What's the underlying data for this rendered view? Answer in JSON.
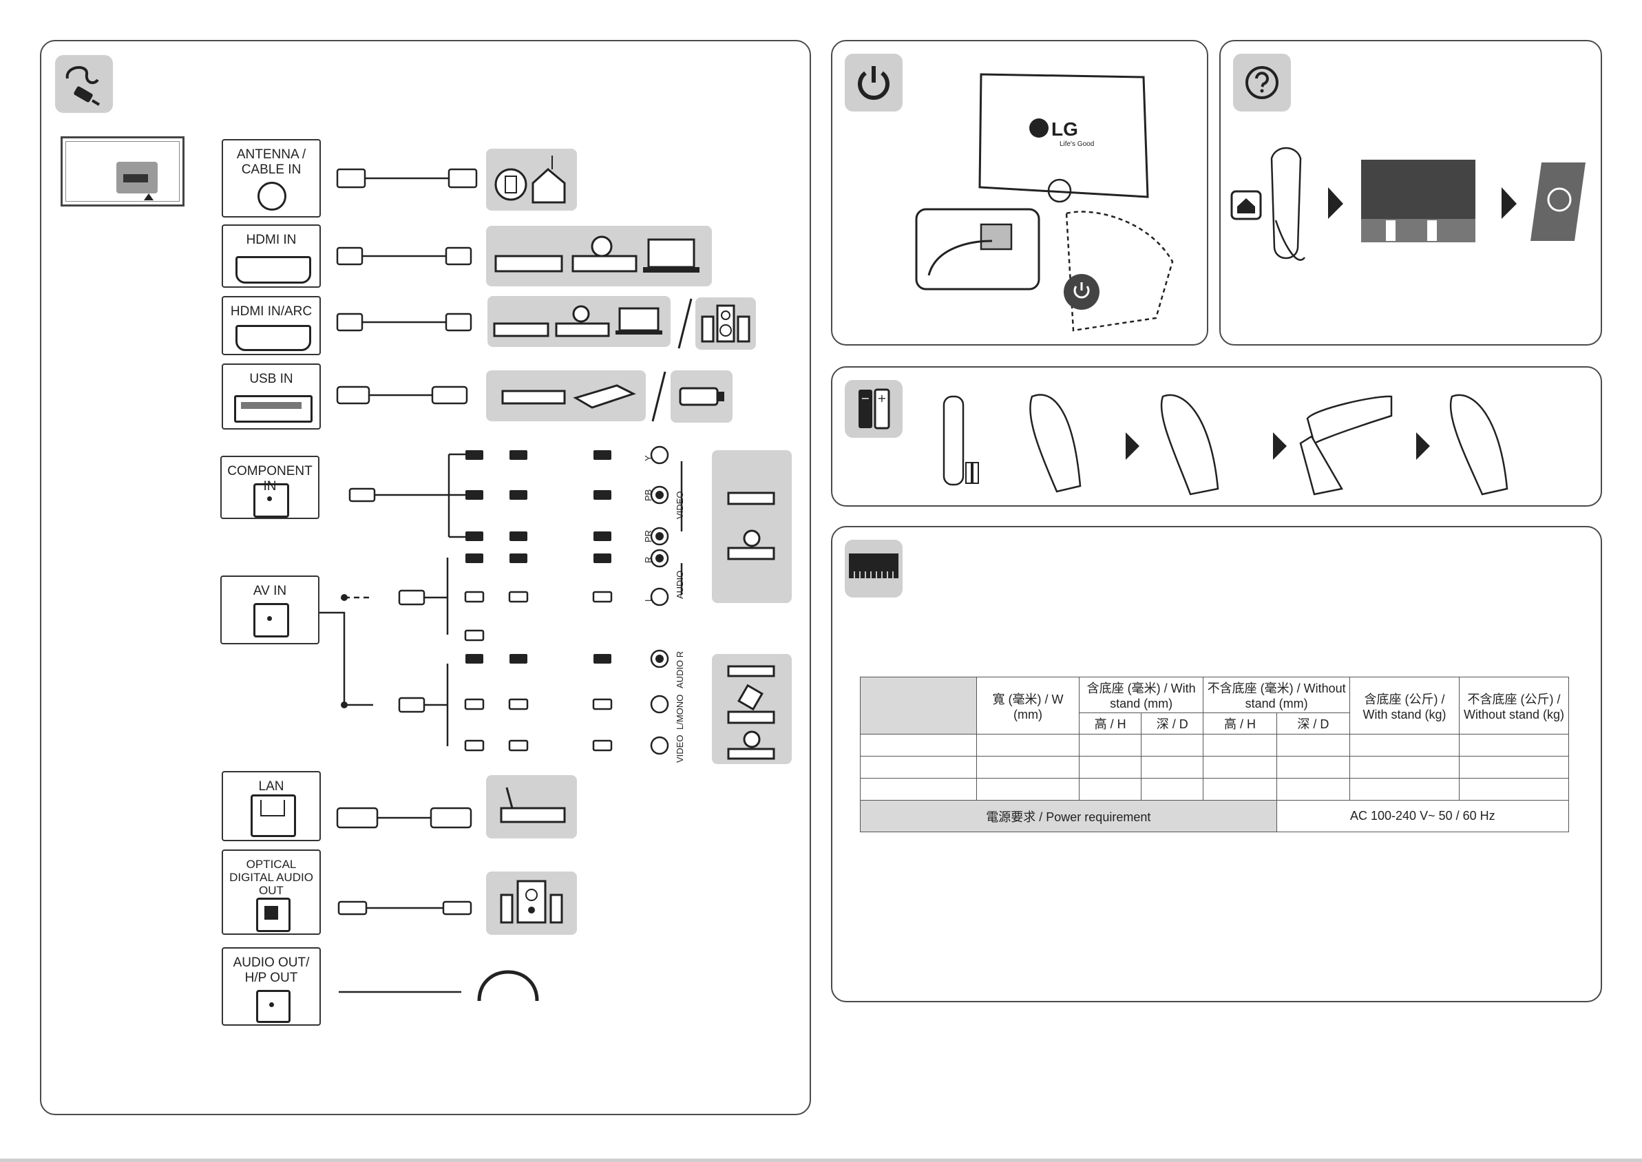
{
  "connections": {
    "antenna": {
      "label": "ANTENNA / CABLE IN"
    },
    "hdmi": {
      "label": "HDMI IN"
    },
    "hdmi_arc": {
      "label": "HDMI IN/ARC"
    },
    "usb": {
      "label": "USB IN"
    },
    "component": {
      "label": "COMPONENT IN",
      "y": "Y",
      "pb": "PB",
      "pr": "PR",
      "video": "VIDEO",
      "r": "R",
      "l": "L",
      "audio": "AUDIO"
    },
    "av": {
      "label": "AV IN",
      "audio_r": "AUDIO R",
      "lmono": "L/MONO",
      "video": "VIDEO"
    },
    "lan": {
      "label": "LAN"
    },
    "optical": {
      "label": "OPTICAL DIGITAL AUDIO OUT"
    },
    "audio_out": {
      "label": "AUDIO OUT/ H/P OUT"
    }
  },
  "power_panel": {
    "brand": "LG",
    "tagline": "Life's Good"
  },
  "spec_table": {
    "col_width": "寬 (毫米) / W (mm)",
    "col_with_stand": "含底座 (毫米) / With stand (mm)",
    "col_without_stand": "不含底座 (毫米) / Without stand (mm)",
    "col_h": "高 / H",
    "col_d": "深 / D",
    "col_with_stand_kg": "含底座 (公斤) / With stand (kg)",
    "col_without_stand_kg": "不含底座 (公斤) / Without stand (kg)",
    "power_label": "電源要求 / Power requirement",
    "power_value": "AC 100-240 V~ 50 / 60 Hz"
  },
  "icons": [
    "cable-plug-icon",
    "power-icon",
    "help-icon",
    "battery-icon",
    "barcode-icon"
  ]
}
